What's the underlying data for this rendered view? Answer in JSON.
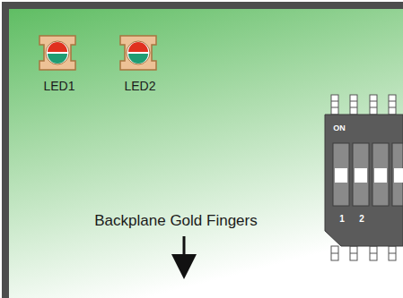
{
  "diagram": {
    "labels": [
      "LED1",
      "LED2",
      "ON",
      "1",
      "2",
      "Backplane Gold Fingers"
    ]
  }
}
